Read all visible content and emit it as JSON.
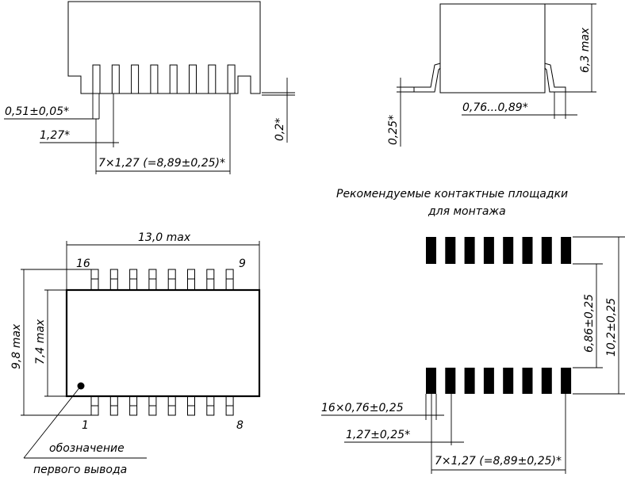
{
  "side_view": {
    "lead_width": "0,51±0,05*",
    "pitch": "1,27*",
    "span": "7×1,27 (=8,89±0,25)*",
    "lead_thickness": "0,2*"
  },
  "end_view": {
    "height": "6,3 max",
    "foot_thickness": "0,25*",
    "foot_length": "0,76...0,89*"
  },
  "top_view": {
    "length": "13,0 max",
    "width_overall": "9,8 max",
    "width_body": "7,4 max",
    "pin_16": "16",
    "pin_9": "9",
    "pin_1": "1",
    "pin_8": "8",
    "key_note_line1": "обозначение",
    "key_note_line2": "первого вывода"
  },
  "footprint": {
    "title_line1": "Рекомендуемые контактные площадки",
    "title_line2": "для монтажа",
    "pad_width": "16×0,76±0,25",
    "pitch": "1,27±0,25*",
    "span": "7×1,27 (=8,89±0,25)*",
    "inner_gap": "6,86±0,25",
    "outer_span": "10,2±0,25"
  }
}
